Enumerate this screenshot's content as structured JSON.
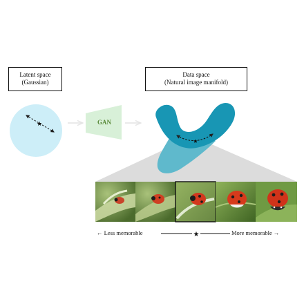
{
  "latent_box": {
    "line1": "Latent space",
    "line2": "(Gaussian)"
  },
  "data_box": {
    "line1": "Data space",
    "line2": "(Natural image manifold)"
  },
  "gan": {
    "label": "GAN"
  },
  "scale": {
    "less": "←  Less memorable",
    "more": "More memorable  →"
  },
  "colors": {
    "latent_circle": "#cdeef8",
    "manifold_dark": "#1896b4",
    "manifold_light": "#5fb9cc",
    "gan_trapezoid": "#d8f0d8",
    "projection": "#dcdcdc",
    "leaf_green": "#5a8a3a",
    "ladybug_red": "#d2381e"
  },
  "images": [
    {
      "subject": "ladybug-photo",
      "highlighted": false
    },
    {
      "subject": "ladybug-photo",
      "highlighted": false
    },
    {
      "subject": "ladybug-photo",
      "highlighted": true
    },
    {
      "subject": "ladybug-photo",
      "highlighted": false
    },
    {
      "subject": "ladybug-photo",
      "highlighted": false
    }
  ]
}
